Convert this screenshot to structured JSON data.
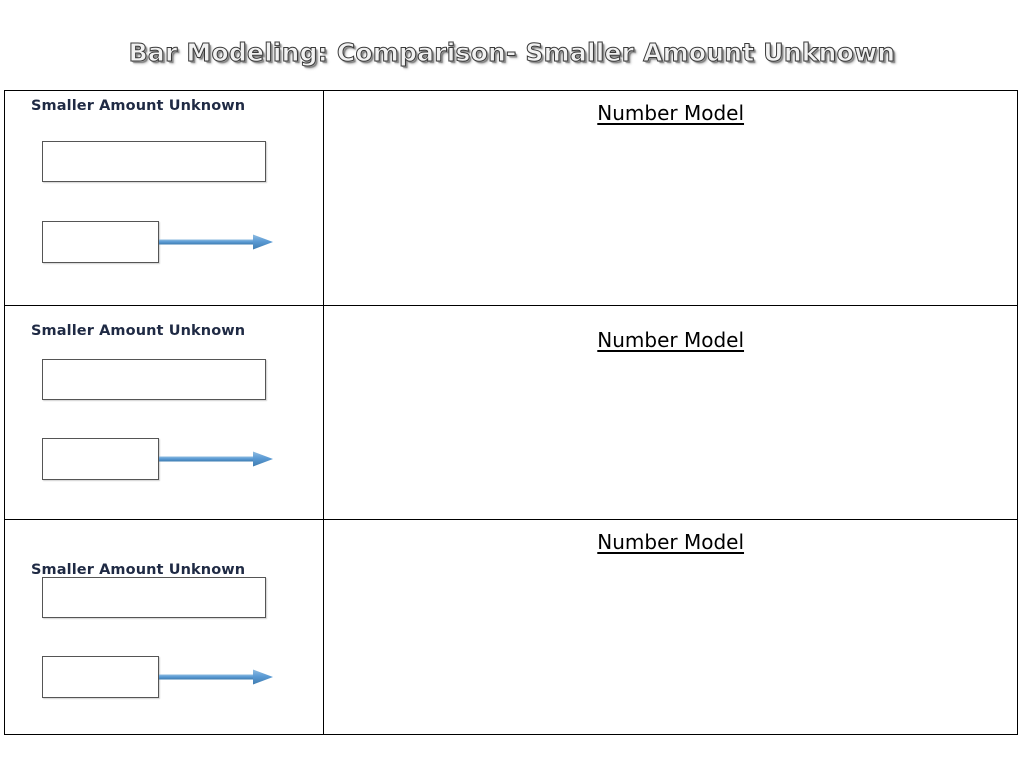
{
  "slide": {
    "title": "Bar Modeling:  Comparison- Smaller Amount Unknown",
    "background_color": "#ffffff"
  },
  "colors": {
    "heading_text": "#1f2a44",
    "bar_border": "#555555",
    "bar_fill": "#ffffff",
    "arrow_blue": "#5b9bd5",
    "arrow_blue_dark": "#3f7cb0",
    "table_border": "#000000",
    "title_fill": "#f2f2f2",
    "title_outline": "#3a3a3a"
  },
  "table": {
    "columns": [
      {
        "name": "bar-model-column"
      },
      {
        "name": "number-model-column"
      }
    ],
    "rows": [
      {
        "id": "row-1",
        "left": {
          "heading": "Smaller Amount Unknown",
          "bars": [
            {
              "name": "whole-bar",
              "label": ""
            },
            {
              "name": "part-bar",
              "label": ""
            }
          ],
          "arrow": {
            "name": "difference-arrow",
            "direction": "right",
            "label": ""
          }
        },
        "right": {
          "heading": "Number Model",
          "answer": ""
        }
      },
      {
        "id": "row-2",
        "left": {
          "heading": "Smaller Amount Unknown",
          "bars": [
            {
              "name": "whole-bar",
              "label": ""
            },
            {
              "name": "part-bar",
              "label": ""
            }
          ],
          "arrow": {
            "name": "difference-arrow",
            "direction": "right",
            "label": ""
          }
        },
        "right": {
          "heading": "Number Model",
          "answer": ""
        }
      },
      {
        "id": "row-3",
        "left": {
          "heading": "Smaller Amount Unknown",
          "bars": [
            {
              "name": "whole-bar",
              "label": ""
            },
            {
              "name": "part-bar",
              "label": ""
            }
          ],
          "arrow": {
            "name": "difference-arrow",
            "direction": "right",
            "label": ""
          }
        },
        "right": {
          "heading": "Number Model",
          "answer": ""
        }
      }
    ]
  }
}
